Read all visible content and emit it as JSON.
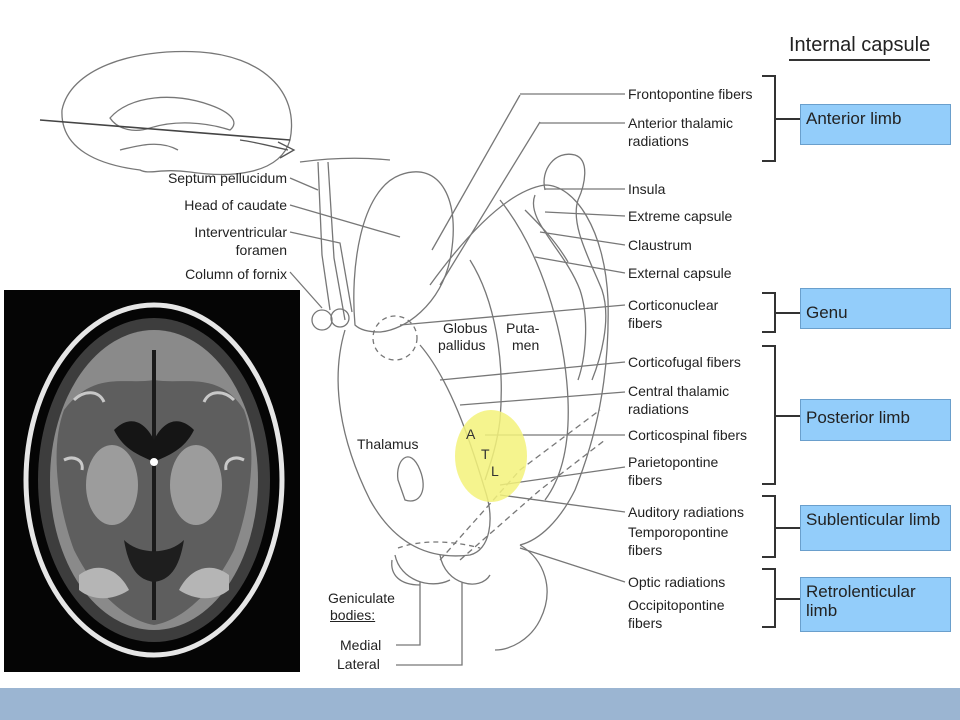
{
  "title": "Internal capsule",
  "left_labels": {
    "septum_pellucidum": "Septum pellucidum",
    "head_of_caudate": "Head of caudate",
    "interventricular_1": "Interventricular",
    "interventricular_2": "foramen",
    "column_of_fornix": "Column of fornix",
    "globus_1": "Globus",
    "globus_2": "pallidus",
    "putamen_1": "Puta-",
    "putamen_2": "men",
    "thalamus": "Thalamus",
    "geniculate_1": "Geniculate",
    "geniculate_2": "bodies:",
    "medial": "Medial",
    "lateral": "Lateral"
  },
  "atl": [
    "A",
    "T",
    "L"
  ],
  "fiber_labels": [
    "Frontopontine fibers",
    "Anterior thalamic",
    "radiations",
    "Insula",
    "Extreme capsule",
    "Claustrum",
    "External capsule",
    "Corticonuclear",
    "fibers",
    "Corticofugal fibers",
    "Central thalamic",
    "radiations",
    "Corticospinal fibers",
    "Parietopontine",
    "fibers",
    "Auditory radiations",
    "Temporopontine",
    "fibers",
    "Optic radiations",
    "Occipitopontine",
    "fibers"
  ],
  "boxes": {
    "anterior": "Anterior limb",
    "genu": "Genu",
    "posterior": "Posterior limb",
    "sublenticular": "Sublenticular limb",
    "retrolenticular": "Retrolenticular limb"
  },
  "colors": {
    "box_fill": "#93cdfa",
    "highlight": "#f3f27a",
    "footer": "#9bb5d2"
  }
}
